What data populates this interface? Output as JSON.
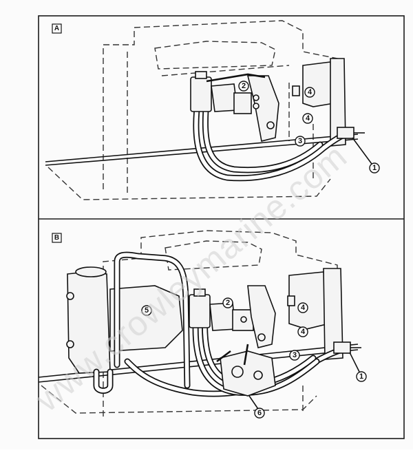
{
  "panels": [
    {
      "id": "A",
      "label": "A",
      "callouts": [
        {
          "id": "1",
          "text": "1"
        },
        {
          "id": "2",
          "text": "2"
        },
        {
          "id": "3",
          "text": "3"
        },
        {
          "id": "4a",
          "text": "4"
        },
        {
          "id": "4b",
          "text": "4"
        }
      ]
    },
    {
      "id": "B",
      "label": "B",
      "callouts": [
        {
          "id": "1",
          "text": "1"
        },
        {
          "id": "2",
          "text": "2"
        },
        {
          "id": "3",
          "text": "3"
        },
        {
          "id": "4a",
          "text": "4"
        },
        {
          "id": "4b",
          "text": "4"
        },
        {
          "id": "5",
          "text": "5"
        },
        {
          "id": "6",
          "text": "6"
        }
      ]
    }
  ],
  "watermark": "www.crowleymarine.com"
}
